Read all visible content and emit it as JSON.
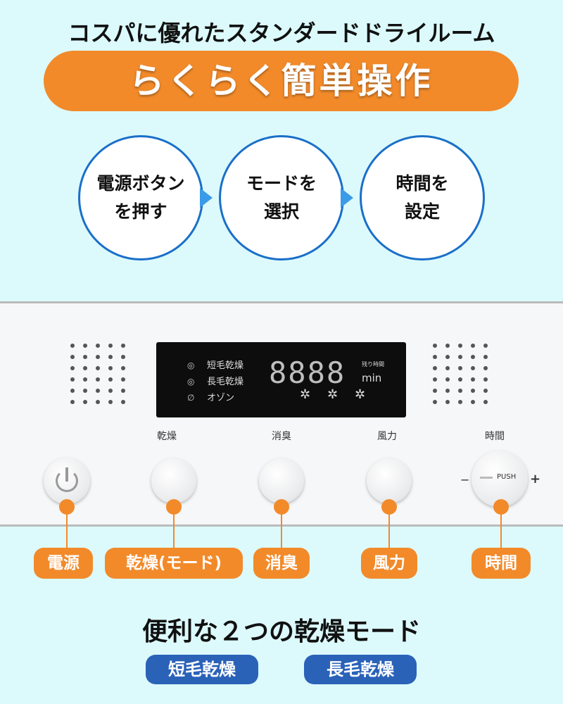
{
  "title": "コスパに優れたスタンダードドライルーム",
  "banner": "らくらく簡単操作",
  "steps": [
    {
      "line1": "電源ボタン",
      "line2": "を押す"
    },
    {
      "line1": "モードを",
      "line2": "選択"
    },
    {
      "line1": "時間を",
      "line2": "設定"
    }
  ],
  "display": {
    "modes": [
      {
        "icon": "short-hair-icon",
        "label": "短毛乾燥"
      },
      {
        "icon": "long-hair-icon",
        "label": "長毛乾燥"
      },
      {
        "icon": "ozone-icon",
        "label": "オゾン"
      }
    ],
    "digits": "8888",
    "remaining_label": "残り時間",
    "unit": "min"
  },
  "panel_labels": {
    "dry": "乾燥",
    "deodorize": "消臭",
    "fan": "風力",
    "time": "時間"
  },
  "knob": {
    "push": "PUSH",
    "minus": "−",
    "plus": "+"
  },
  "tags": {
    "power": "電源",
    "dry": "乾燥(モード)",
    "deodorize": "消臭",
    "fan": "風力",
    "time": "時間"
  },
  "heading": "便利な２つの乾燥モード",
  "mode_pills": [
    "短毛乾燥",
    "長毛乾燥"
  ],
  "colors": {
    "accent": "#f28a2a",
    "blue": "#1a6fc9",
    "bg": "#dcfafc"
  }
}
